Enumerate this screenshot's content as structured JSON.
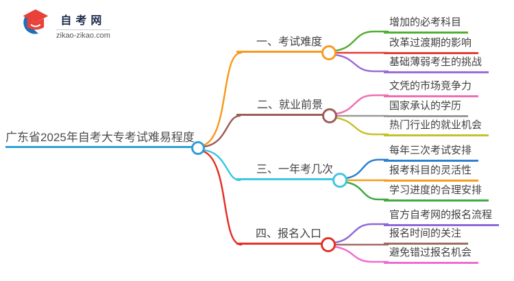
{
  "logo": {
    "title": "自考网",
    "domain": "zikao-zikao.com"
  },
  "root": {
    "label": "广东省2025年自考大专考试难易程度",
    "color": "#2e9fd6"
  },
  "branches": [
    {
      "label": "一、考试难度",
      "color": "#f89a1c",
      "children": [
        {
          "label": "增加的必考科目",
          "color": "#52ae30"
        },
        {
          "label": "改革过渡期的影响",
          "color": "#e53c35"
        },
        {
          "label": "基础薄弱考生的挑战",
          "color": "#9c6bd4"
        }
      ]
    },
    {
      "label": "二、就业前景",
      "color": "#9d5c55",
      "children": [
        {
          "label": "文凭的市场竞争力",
          "color": "#ee6eb4"
        },
        {
          "label": "国家承认的学历",
          "color": "#9a9a9a"
        },
        {
          "label": "热门行业的就业机会",
          "color": "#c6c02b"
        }
      ]
    },
    {
      "label": "三、一年考几次",
      "color": "#3cc8e0",
      "children": [
        {
          "label": "每年三次考试安排",
          "color": "#2b7fd0"
        },
        {
          "label": "报考科目的灵活性",
          "color": "#f89a1c"
        },
        {
          "label": "学习进度的合理安排",
          "color": "#3fa83f"
        }
      ]
    },
    {
      "label": "四、报名入口",
      "color": "#e53026",
      "children": [
        {
          "label": "官方自考网的报名流程",
          "color": "#8f68d8"
        },
        {
          "label": "报名时间的关注",
          "color": "#a06a60"
        },
        {
          "label": "避免错过报名机会",
          "color": "#ef6ccf"
        }
      ]
    }
  ]
}
